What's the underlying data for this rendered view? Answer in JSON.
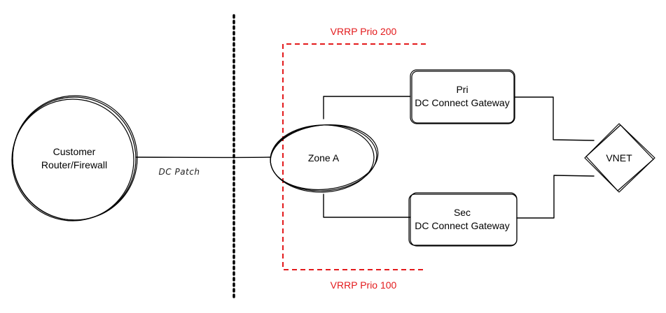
{
  "nodes": {
    "customer": {
      "line1": "Customer",
      "line2": "Router/Firewall"
    },
    "zone": {
      "label": "Zone A"
    },
    "primary": {
      "line1": "Pri",
      "line2": "DC Connect Gateway"
    },
    "secondary": {
      "line1": "Sec",
      "line2": "DC Connect Gateway"
    },
    "vnet": {
      "label": "VNET"
    }
  },
  "edges": {
    "dc_patch": {
      "label": "DC Patch"
    }
  },
  "annotations": {
    "vrrp_top": "VRRP Prio 200",
    "vrrp_bottom": "VRRP Prio 100"
  },
  "colors": {
    "vrrp": "#e31a1c",
    "ink": "#000000"
  }
}
